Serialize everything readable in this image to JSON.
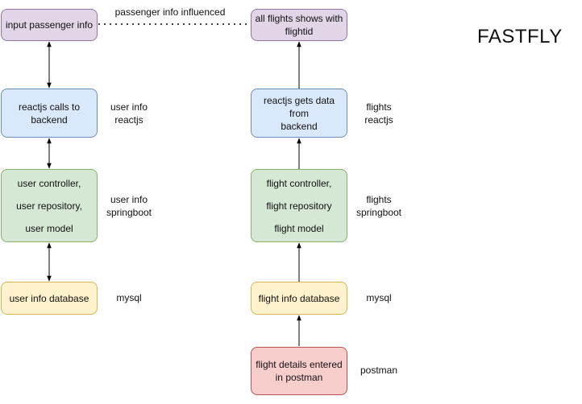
{
  "title": "FASTFLY",
  "edge_label": "passenger info influenced",
  "nodes": {
    "input_passenger": {
      "lines": [
        "input passenger info"
      ]
    },
    "user_reactjs": {
      "lines": [
        "reactjs calls to",
        "backend"
      ]
    },
    "user_backend": {
      "lines": [
        "user controller,",
        "user repository,",
        "user model"
      ]
    },
    "user_db": {
      "lines": [
        "user info database"
      ]
    },
    "all_flights": {
      "lines": [
        "all flights shows with",
        "flightid"
      ]
    },
    "flight_reactjs": {
      "lines": [
        "reactjs gets data from",
        "backend"
      ]
    },
    "flight_backend": {
      "lines": [
        "flight controller,",
        "flight repository",
        "flight model"
      ]
    },
    "flight_db": {
      "lines": [
        "flight info database"
      ]
    },
    "flight_postman": {
      "lines": [
        "flight details entered",
        "in postman"
      ]
    }
  },
  "annotations": {
    "user_reactjs": [
      "user info",
      "reactjs"
    ],
    "user_springboot": [
      "user info",
      "springboot"
    ],
    "user_mysql": [
      "mysql"
    ],
    "flight_reactjs": [
      "flights",
      "reactjs"
    ],
    "flight_springboot": [
      "flights",
      "springboot"
    ],
    "flight_mysql": [
      "mysql"
    ],
    "flight_postman": [
      "postman"
    ]
  },
  "colors": {
    "purple_fill": "#e1d5e7",
    "blue_fill": "#dae8fc",
    "green_fill": "#d5e8d4",
    "yellow_fill": "#fff2cc",
    "red_fill": "#f8cecc",
    "line": "#000000"
  }
}
